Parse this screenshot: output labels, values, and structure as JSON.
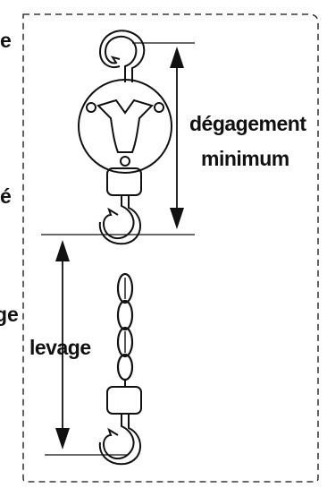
{
  "labels": {
    "clearance_line1": "dégagement",
    "clearance_line2": "minimum",
    "lift": "levage",
    "left_fragments": [
      "e",
      "é",
      "ge"
    ]
  },
  "colors": {
    "line": "#111111",
    "background": "#ffffff"
  },
  "icons": [
    "hook-icon",
    "scale-dial-icon",
    "chain-icon",
    "arrow-icon"
  ]
}
